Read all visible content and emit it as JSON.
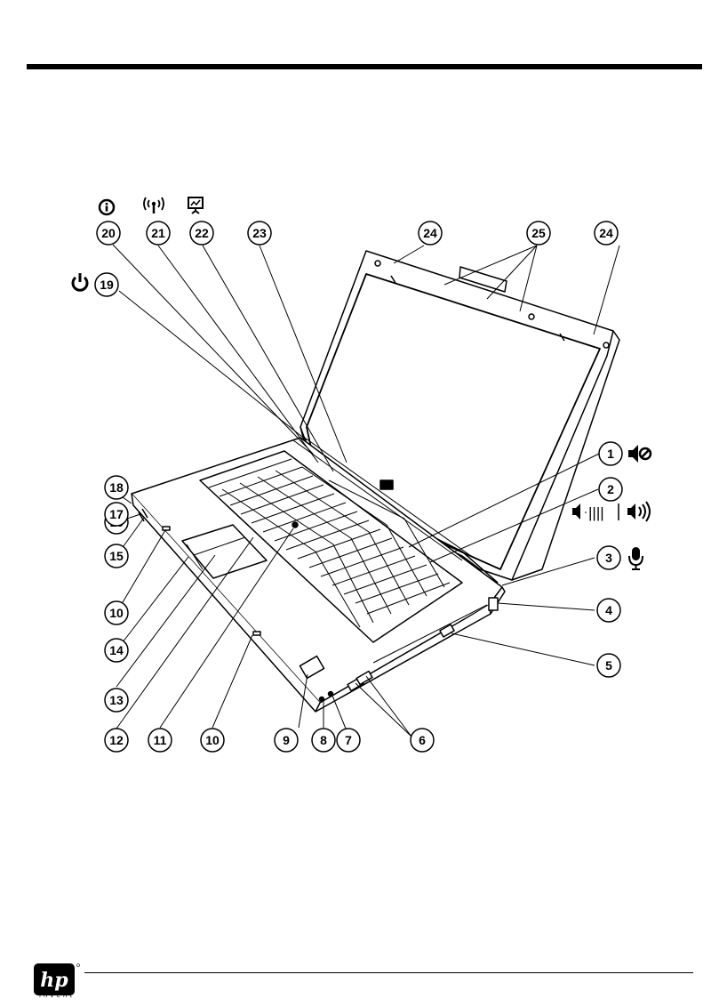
{
  "callouts": [
    {
      "num": "1",
      "icon": "mute-icon"
    },
    {
      "num": "2",
      "icon": "volume-scroll-icon"
    },
    {
      "num": "3",
      "icon": "microphone-icon"
    },
    {
      "num": "4",
      "icon": ""
    },
    {
      "num": "5",
      "icon": ""
    },
    {
      "num": "6",
      "icon": ""
    },
    {
      "num": "7",
      "icon": ""
    },
    {
      "num": "8",
      "icon": ""
    },
    {
      "num": "9",
      "icon": ""
    },
    {
      "num": "10",
      "icon": ""
    },
    {
      "num": "10",
      "icon": ""
    },
    {
      "num": "10",
      "icon": ""
    },
    {
      "num": "11",
      "icon": ""
    },
    {
      "num": "12",
      "icon": ""
    },
    {
      "num": "13",
      "icon": ""
    },
    {
      "num": "14",
      "icon": ""
    },
    {
      "num": "15",
      "icon": ""
    },
    {
      "num": "16",
      "icon": ""
    },
    {
      "num": "17",
      "icon": ""
    },
    {
      "num": "18",
      "icon": ""
    },
    {
      "num": "19",
      "icon": "power-icon"
    },
    {
      "num": "20",
      "icon": "info-icon"
    },
    {
      "num": "21",
      "icon": "wireless-icon"
    },
    {
      "num": "22",
      "icon": "presentation-icon"
    },
    {
      "num": "23",
      "icon": ""
    },
    {
      "num": "24",
      "icon": ""
    },
    {
      "num": "24",
      "icon": ""
    },
    {
      "num": "25",
      "icon": ""
    }
  ],
  "volume_scroll_glyph": "||||",
  "brand": {
    "logo_text": "hp",
    "tagline": "invent"
  }
}
